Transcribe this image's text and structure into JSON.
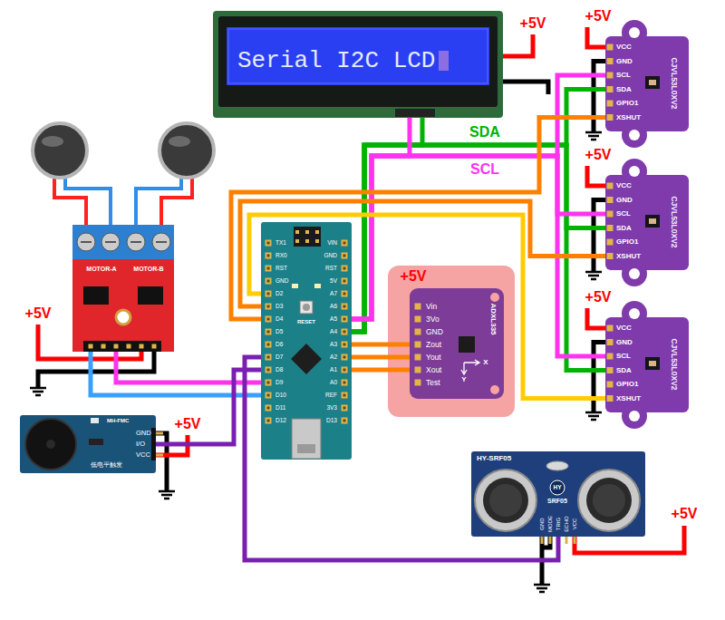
{
  "diagram": {
    "nodes": [
      {
        "text": [
          "Serial I2C LCD"
        ]
      },
      {
        "text": [
          "VCC",
          "GND",
          "SCL",
          "SDA",
          "GPIO1",
          "XSHUT",
          "CJVL53L0XV2"
        ]
      },
      {
        "text": [
          "VCC",
          "GND",
          "SCL",
          "SDA",
          "GPIO1",
          "XSHUT",
          "CJVL53L0XV2"
        ]
      },
      {
        "text": [
          "VCC",
          "GND",
          "SCL",
          "SDA",
          "GPIO1",
          "XSHUT",
          "CJVL53L0XV2"
        ]
      },
      {
        "text": [
          "MOTOR-A",
          "MOTOR-B"
        ]
      },
      {
        "text": [
          "TX1",
          "RX0",
          "RST",
          "GND",
          "D2",
          "D3",
          "D4",
          "D5",
          "D6",
          "D7",
          "D8",
          "D9",
          "D10",
          "D11",
          "D12",
          "VIN",
          "GND",
          "RST",
          "5V",
          "A7",
          "A6",
          "A5",
          "A4",
          "A3",
          "A2",
          "A1",
          "A0",
          "REF",
          "3V3",
          "D13",
          "RESET"
        ]
      },
      {
        "text": [
          "Vin",
          "3Vo",
          "GND",
          "Zout",
          "Yout",
          "Xout",
          "Test",
          "ADXL335",
          "X",
          "Y"
        ]
      },
      {
        "text": [
          "MH-FMC",
          "GND",
          "I/O",
          "VCC",
          "低电平触发"
        ]
      },
      {
        "text": [
          "HY-SRF05",
          "HY",
          "SRF05",
          "GND",
          "MODE",
          "TRIG",
          "ECHO",
          "VCC"
        ]
      }
    ],
    "edges": [
      {
        "from": 5,
        "to": 0,
        "arrow": "none"
      },
      {
        "from": 5,
        "to": 1,
        "arrow": "none",
        "label": "SDA"
      },
      {
        "from": 5,
        "to": 2,
        "arrow": "none"
      },
      {
        "from": 5,
        "to": 3,
        "arrow": "none"
      },
      {
        "from": 5,
        "to": 0,
        "arrow": "none"
      },
      {
        "from": 5,
        "to": 1,
        "arrow": "none",
        "label": "SCL"
      },
      {
        "from": 5,
        "to": 2,
        "arrow": "none"
      },
      {
        "from": 5,
        "to": 3,
        "arrow": "none"
      },
      {
        "from": 5,
        "to": 1,
        "arrow": "none"
      },
      {
        "from": 5,
        "to": 2,
        "arrow": "none"
      },
      {
        "from": 5,
        "to": 3,
        "arrow": "none"
      },
      {
        "from": 5,
        "to": 6,
        "arrow": "none"
      },
      {
        "from": 5,
        "to": 6,
        "arrow": "none"
      },
      {
        "from": 5,
        "to": 6,
        "arrow": "none"
      },
      {
        "from": 5,
        "to": 4,
        "arrow": "none"
      },
      {
        "from": 5,
        "to": 4,
        "arrow": "none"
      },
      {
        "from": 5,
        "to": 7,
        "arrow": "none"
      },
      {
        "from": 5,
        "to": 8,
        "arrow": "none"
      }
    ],
    "labels": [
      "+5V",
      "+5V",
      "+5V",
      "+5V",
      "+5V",
      "+5V",
      "+5V",
      "+5V"
    ]
  }
}
